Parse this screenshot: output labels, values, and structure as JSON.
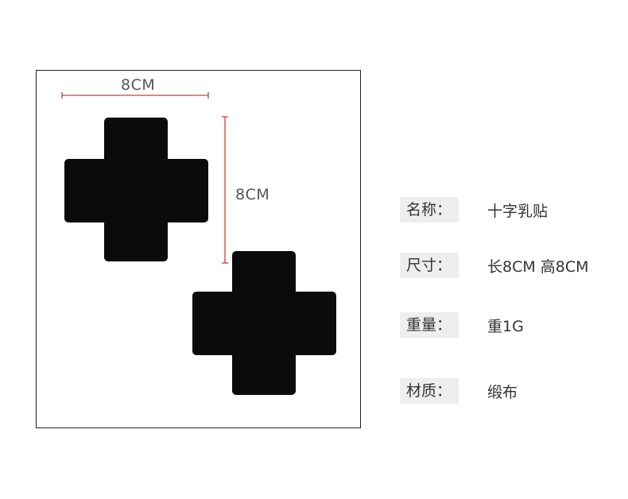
{
  "dimensions": {
    "width_label": "8CM",
    "height_label": "8CM"
  },
  "specs": [
    {
      "key": "名称：",
      "value": "十字乳贴"
    },
    {
      "key": "尺寸：",
      "value": "长8CM 高8CM"
    },
    {
      "key": "重量：",
      "value": "重1G"
    },
    {
      "key": "材质：",
      "value": "缎布"
    }
  ],
  "colors": {
    "product": "#0b0b0b",
    "dimension_line": "#d43a3a",
    "spec_key_bg": "#eeeeee"
  }
}
